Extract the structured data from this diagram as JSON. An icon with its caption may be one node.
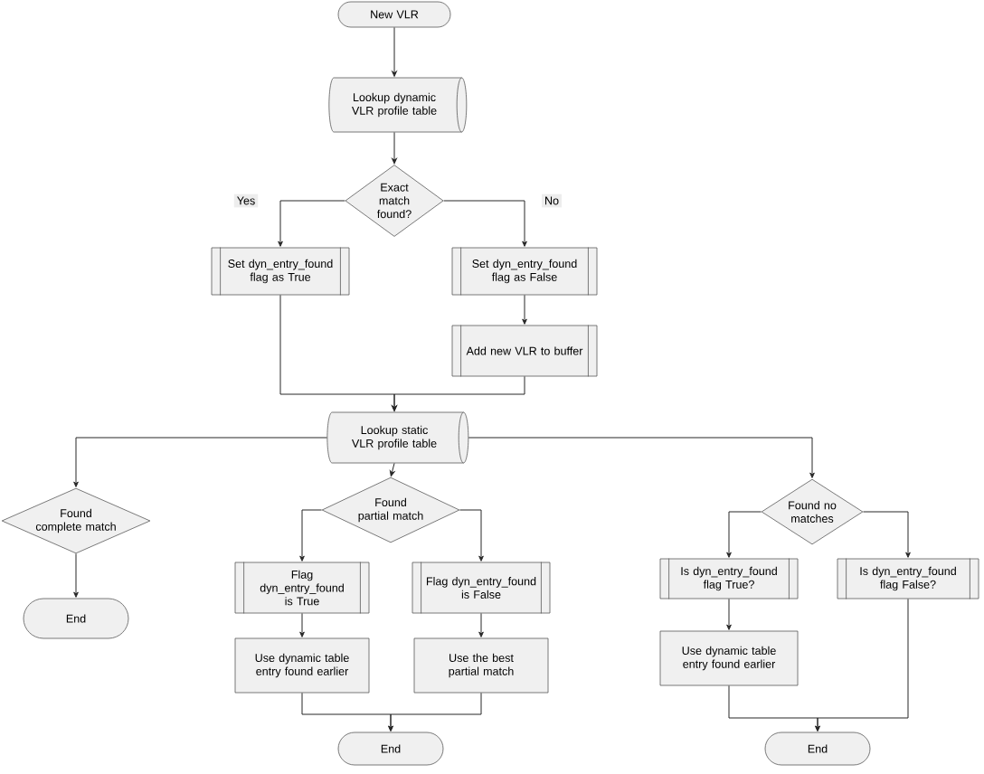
{
  "diagram": {
    "nodes": [
      {
        "text": [
          "New VLR"
        ]
      },
      {
        "text": [
          "Lookup dynamic VLR profile table"
        ]
      },
      {
        "text": [
          "Exact match found?"
        ]
      },
      {
        "text": [
          "Set dyn_entry_found flag as True"
        ]
      },
      {
        "text": [
          "Set dyn_entry_found flag as False"
        ]
      },
      {
        "text": [
          "Add new VLR to buffer"
        ]
      },
      {
        "text": [
          "Lookup static VLR profile table"
        ]
      },
      {
        "text": [
          "Found complete match"
        ]
      },
      {
        "text": [
          "End"
        ]
      },
      {
        "text": [
          "Found partial match"
        ]
      },
      {
        "text": [
          "Flag dyn_entry_found is True"
        ]
      },
      {
        "text": [
          "Flag dyn_entry_found is False"
        ]
      },
      {
        "text": [
          "Use dynamic table entry found earlier"
        ]
      },
      {
        "text": [
          "Use the best partial match"
        ]
      },
      {
        "text": [
          "End"
        ]
      },
      {
        "text": [
          "Found no matches"
        ]
      },
      {
        "text": [
          "Is dyn_entry_found flag True?"
        ]
      },
      {
        "text": [
          "Is dyn_entry_found flag False?"
        ]
      },
      {
        "text": [
          "Use dynamic table entry found earlier"
        ]
      },
      {
        "text": [
          "End"
        ]
      }
    ],
    "edges": [
      {
        "from": 0,
        "to": 1,
        "arrow": "to"
      },
      {
        "from": 1,
        "to": 2,
        "arrow": "to"
      },
      {
        "from": 2,
        "to": 3,
        "arrow": "to",
        "label": "Yes"
      },
      {
        "from": 2,
        "to": 4,
        "arrow": "to",
        "label": "No"
      },
      {
        "from": 4,
        "to": 5,
        "arrow": "to"
      },
      {
        "from": 3,
        "to": 6,
        "arrow": "to"
      },
      {
        "from": 5,
        "to": 6,
        "arrow": "to"
      },
      {
        "from": 6,
        "to": 7,
        "arrow": "to"
      },
      {
        "from": 6,
        "to": 9,
        "arrow": "to"
      },
      {
        "from": 6,
        "to": 15,
        "arrow": "to"
      },
      {
        "from": 7,
        "to": 8,
        "arrow": "to"
      },
      {
        "from": 9,
        "to": 10,
        "arrow": "to"
      },
      {
        "from": 9,
        "to": 11,
        "arrow": "to"
      },
      {
        "from": 10,
        "to": 12,
        "arrow": "to"
      },
      {
        "from": 11,
        "to": 13,
        "arrow": "to"
      },
      {
        "from": 12,
        "to": 14,
        "arrow": "to"
      },
      {
        "from": 13,
        "to": 14,
        "arrow": "to"
      },
      {
        "from": 15,
        "to": 16,
        "arrow": "to"
      },
      {
        "from": 15,
        "to": 17,
        "arrow": "to"
      },
      {
        "from": 16,
        "to": 18,
        "arrow": "to"
      },
      {
        "from": 18,
        "to": 19,
        "arrow": "to"
      },
      {
        "from": 17,
        "to": 19,
        "arrow": "to"
      }
    ]
  }
}
